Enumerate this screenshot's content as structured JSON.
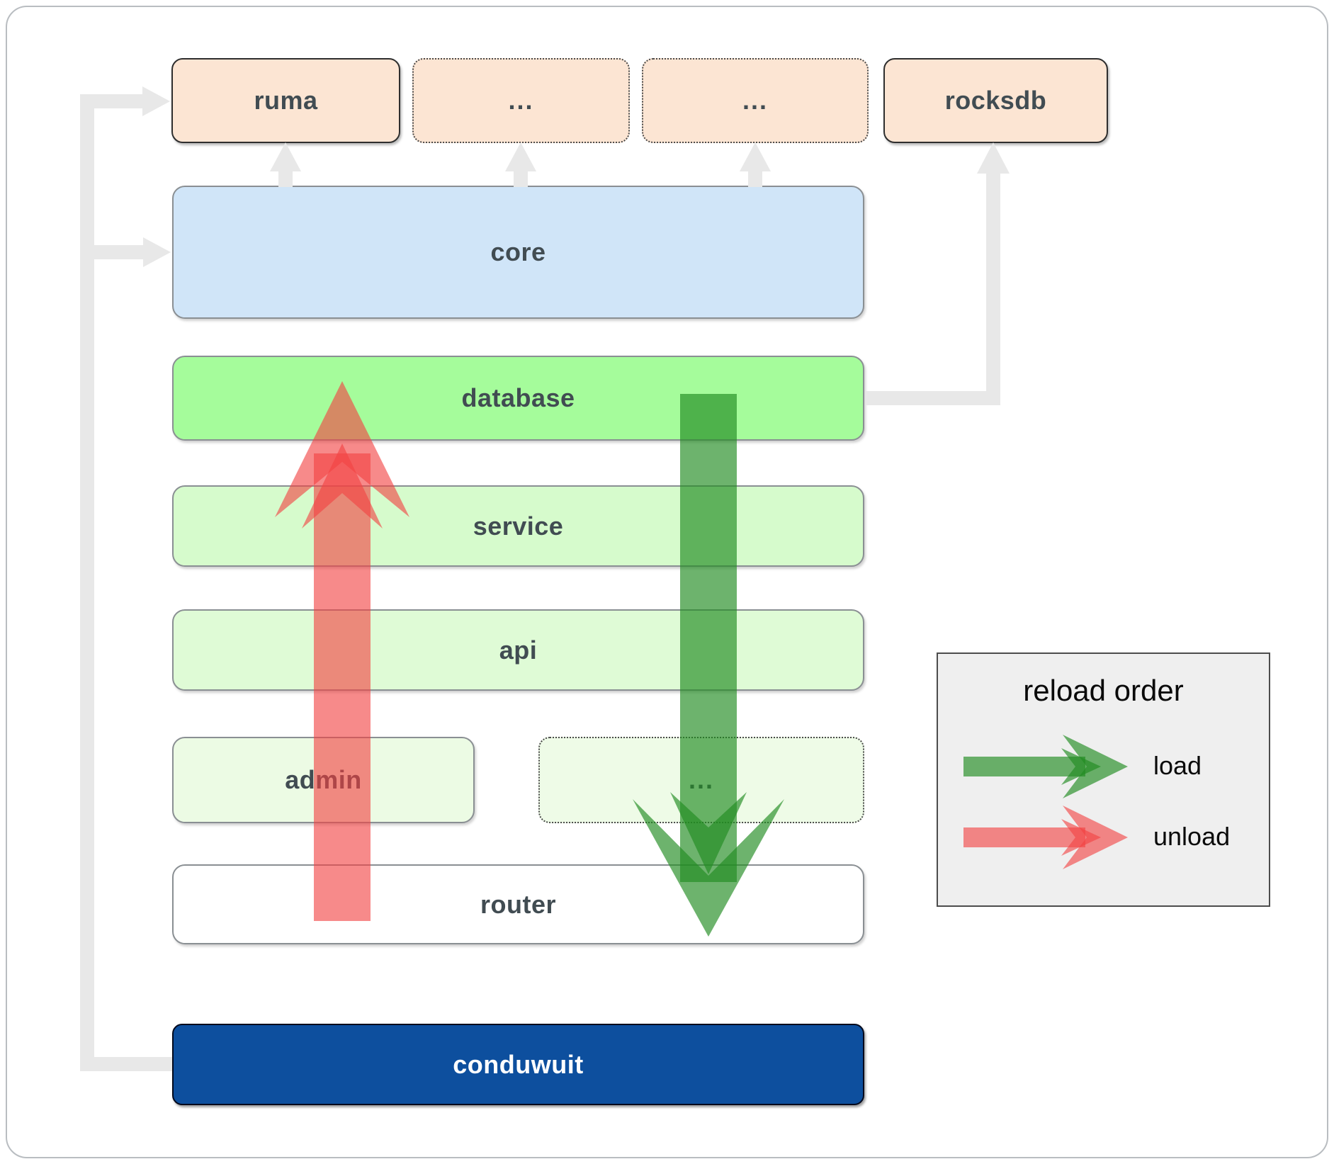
{
  "diagram": {
    "top_row": {
      "ruma": {
        "label": "ruma"
      },
      "ellipsis1": {
        "label": "..."
      },
      "ellipsis2": {
        "label": "..."
      },
      "rocksdb": {
        "label": "rocksdb"
      }
    },
    "layers": {
      "core": {
        "label": "core"
      },
      "database": {
        "label": "database"
      },
      "service": {
        "label": "service"
      },
      "api": {
        "label": "api"
      },
      "admin": {
        "label": "admin"
      },
      "ellipsis_row": {
        "label": "..."
      },
      "router": {
        "label": "router"
      },
      "conduwuit": {
        "label": "conduwuit"
      }
    },
    "legend": {
      "title": "reload order",
      "load_label": "load",
      "unload_label": "unload"
    },
    "colors": {
      "peach_box": "#fce5d3",
      "core_box": "#d0e5f8",
      "database_box": "#a5fc9b",
      "service_box": "#d6fbcc",
      "api_box": "#dffbd6",
      "admin_box": "#ecfbe4",
      "ellipsis_row_box": "#eefbe7",
      "router_box": "#ffffff",
      "conduwuit_box": "#0d4f9e",
      "legend_bg": "#efefef",
      "connector_gray": "#e8e8e8",
      "load_arrow_green": "rgba(34,139,34,0.66)",
      "unload_arrow_red": "rgba(242,66,66,0.62)"
    }
  }
}
